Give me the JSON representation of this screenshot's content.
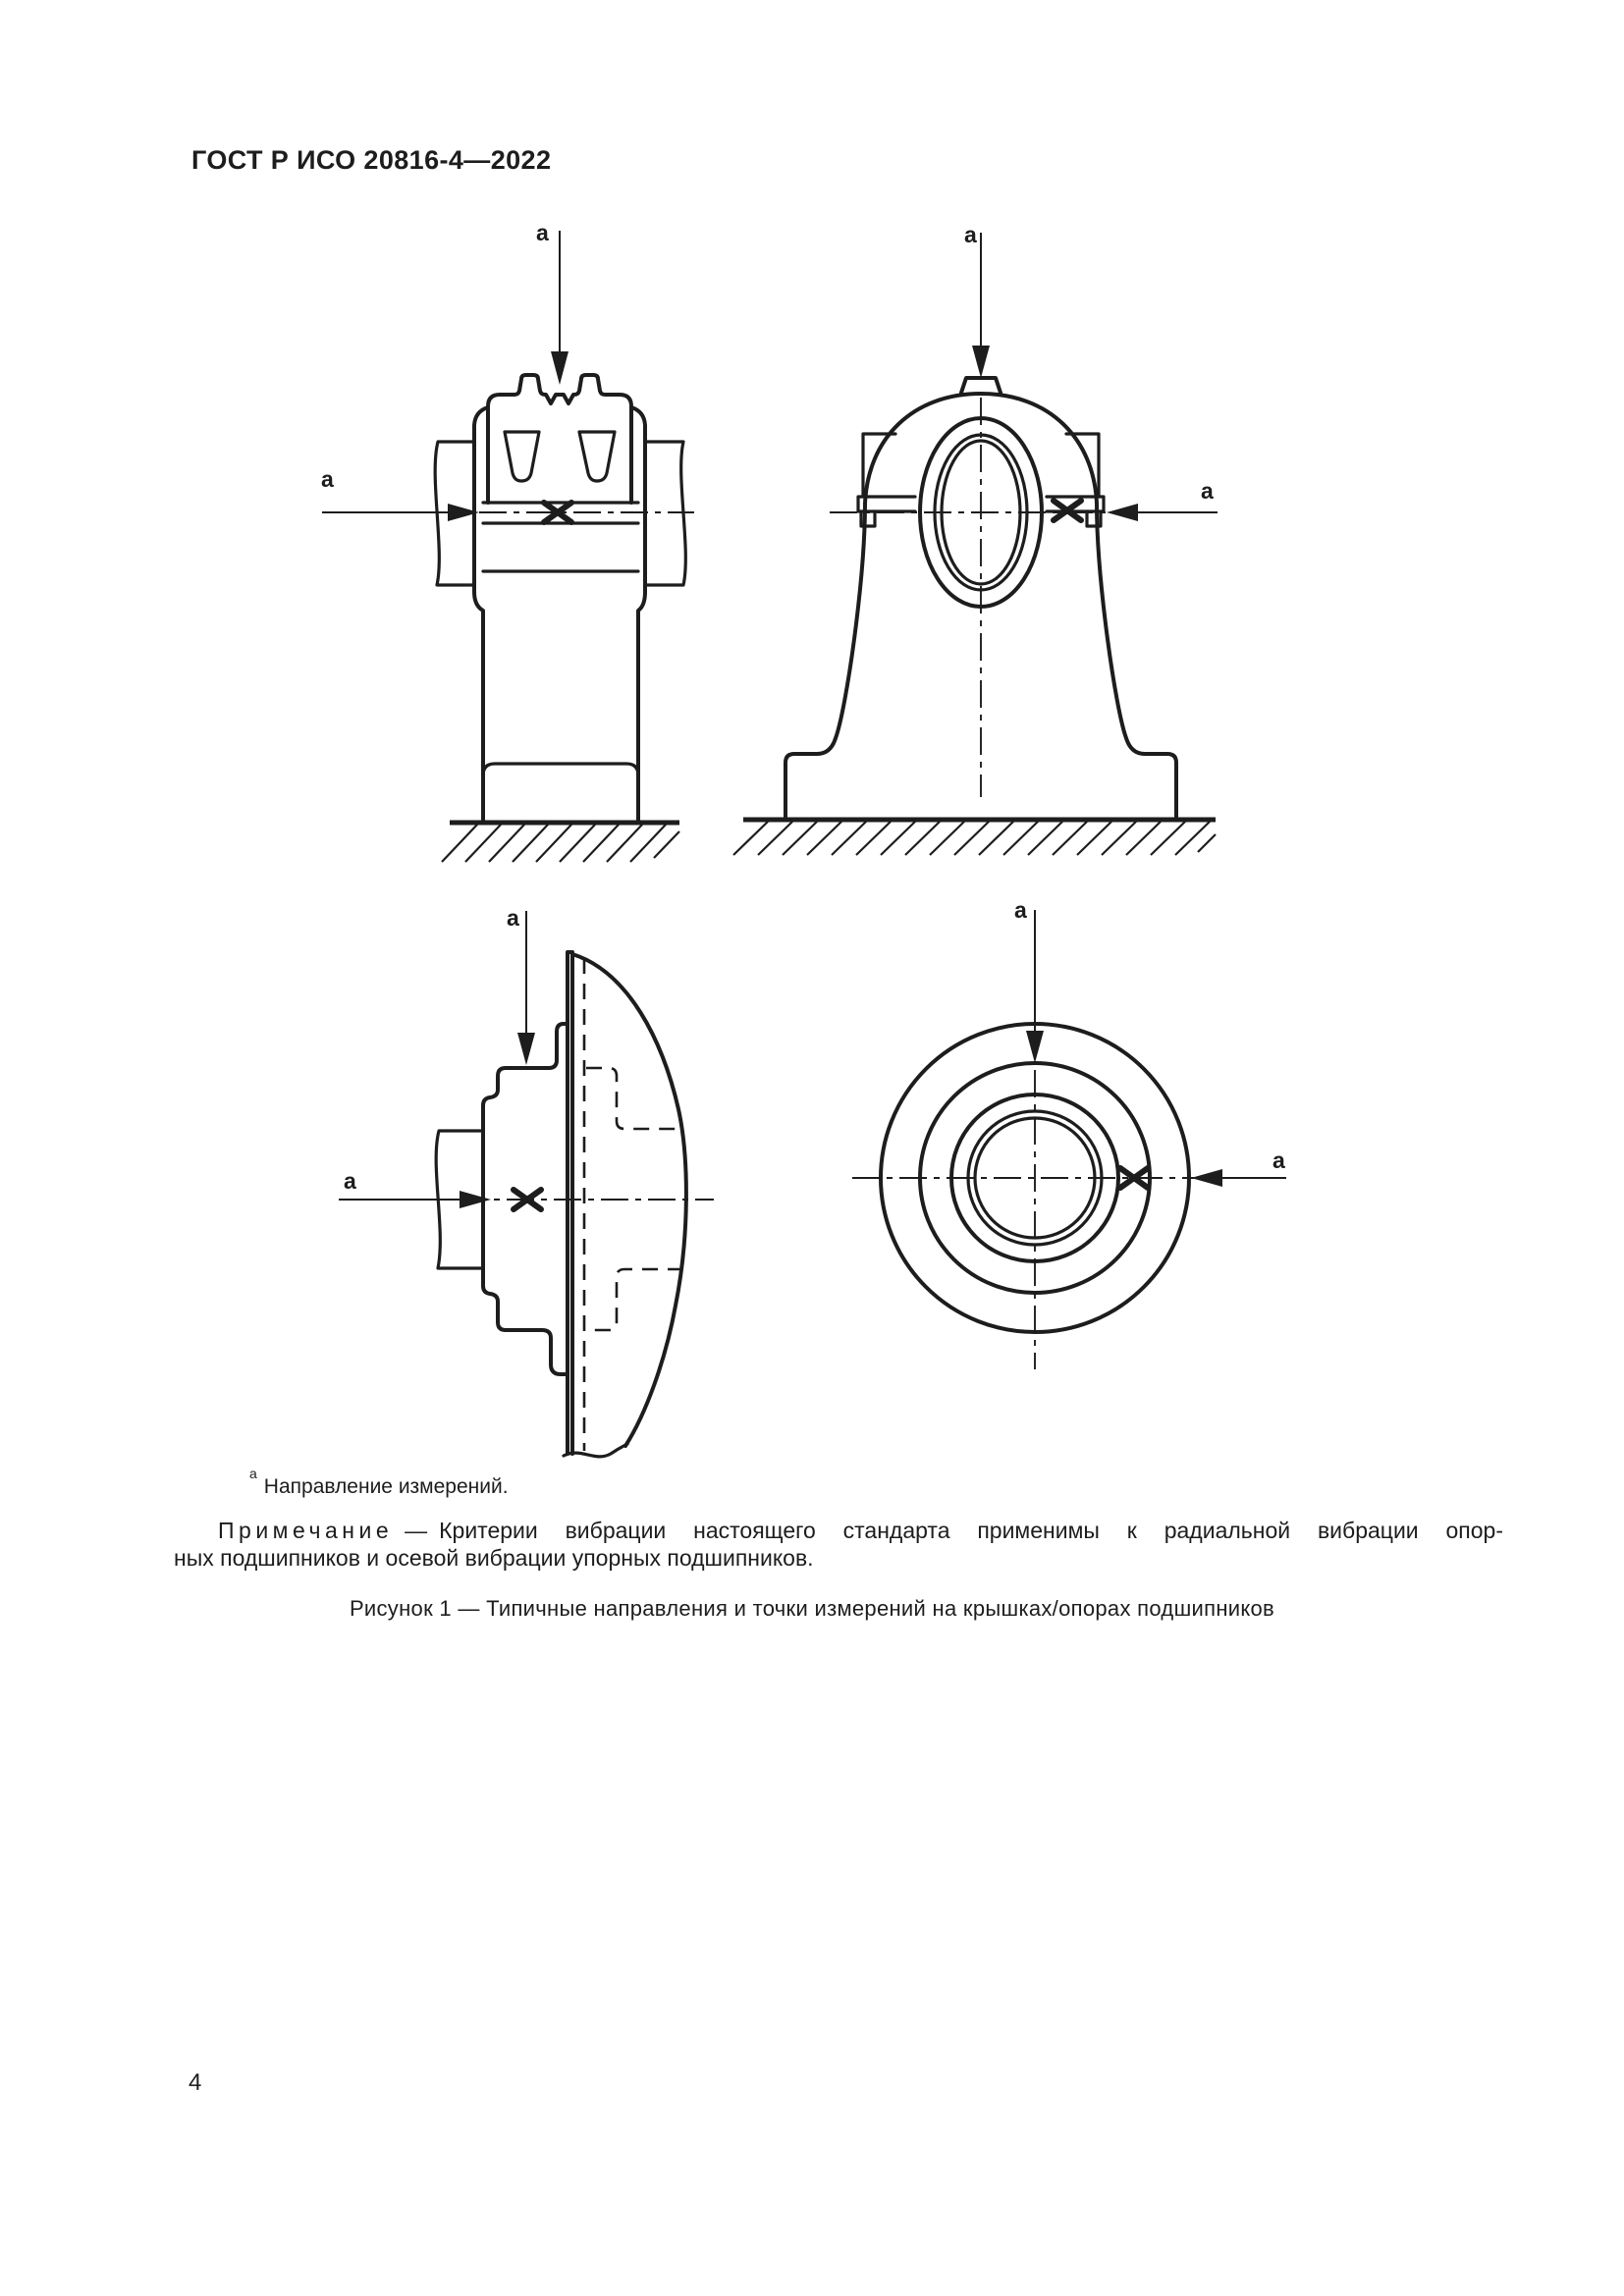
{
  "page": {
    "header": "ГОСТ Р ИСО 20816-4—2022",
    "number": "4"
  },
  "figure": {
    "direction_label": "a",
    "footnote": {
      "marker": "a",
      "text": "Направление измерений."
    },
    "note": {
      "label": "Примечание",
      "dash": "—",
      "body_line1": "Критерии вибрации настоящего стандарта применимы к радиальной вибрации опор-",
      "body_line2": "ных подшипников и осевой вибрации упорных подшипников."
    },
    "caption": "Рисунок 1 — Типичные направления и точки измерений на крышках/опорах подшипников"
  },
  "colors": {
    "ink": "#1d1d1d",
    "paper": "#ffffff"
  }
}
